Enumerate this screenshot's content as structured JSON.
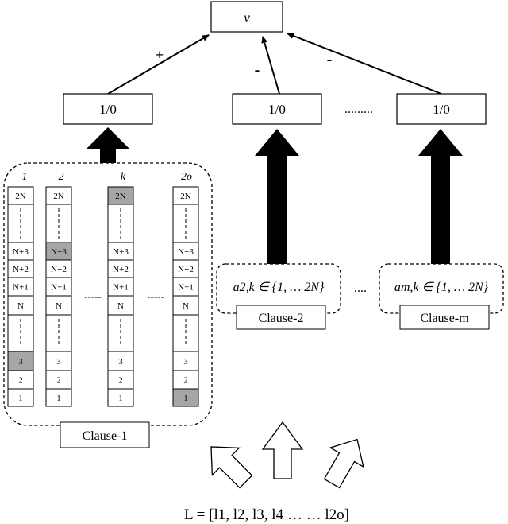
{
  "output_node": {
    "label": "v"
  },
  "signs": {
    "clause1": "+",
    "clause2": "-",
    "clause3": "-"
  },
  "clause_outputs": {
    "c1": "1/0",
    "c2": "1/0",
    "cm": "1/0",
    "ellipsis": "........."
  },
  "clause1": {
    "label": "Clause-1",
    "headers": [
      "1",
      "2",
      "k",
      "2o"
    ],
    "cell_labels": [
      "2N",
      "N+3",
      "N+2",
      "N+1",
      "N",
      "3",
      "2",
      "1"
    ],
    "shaded": {
      "1": "3",
      "2": "N+3",
      "k": "2N",
      "2o": "1"
    },
    "col_dashes": "-----"
  },
  "clause2": {
    "label": "Clause-2",
    "formula": "a2,k ∈ {1, … 2N}"
  },
  "clausem": {
    "label": "Clause-m",
    "formula": "am,k ∈ {1, … 2N}"
  },
  "clause_ellipsis": "....",
  "literals": {
    "formula": "L = [l1, l2, l3, l4 … … l2o]"
  },
  "colors": {
    "shade": "#a6a6a6",
    "stroke": "#000000"
  }
}
